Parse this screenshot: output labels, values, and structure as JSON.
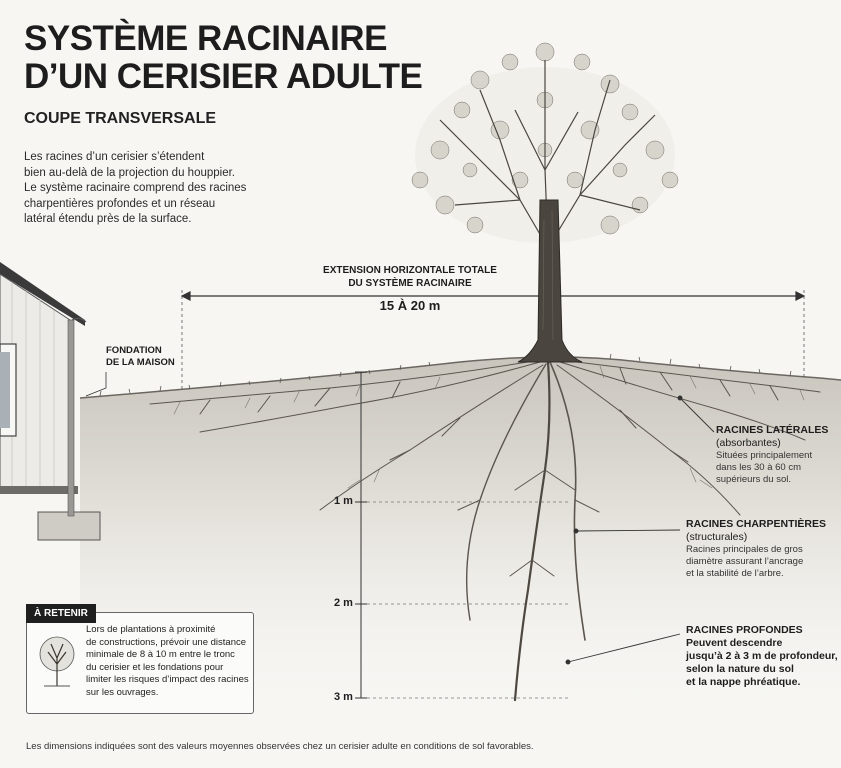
{
  "title_line1": "SYSTÈME RACINAIRE",
  "title_line2": "D’UN CERISIER ADULTE",
  "subtitle": "COUPE TRANSVERSALE",
  "intro_lines": [
    "Les racines d’un cerisier s’étendent",
    "bien au-delà de la projection du houppier.",
    "Le système racinaire comprend des racines",
    "charpentières profondes et un réseau",
    "latéral étendu près de la surface."
  ],
  "extension": {
    "heading_line1": "EXTENSION HORIZONTALE TOTALE",
    "heading_line2": "DU SYSTÈME RACINAIRE",
    "value": "15 À 20 m"
  },
  "foundation": {
    "line1": "FONDATION",
    "line2": "DE LA MAISON"
  },
  "depth_marks": [
    "1 m",
    "2 m",
    "3 m"
  ],
  "lateral": {
    "heading": "RACINES LATÉRALES",
    "sub": "(absorbantes)",
    "desc_lines": [
      "Situées principalement",
      "dans les 30 à 60 cm",
      "supérieurs du sol."
    ]
  },
  "structural": {
    "heading": "RACINES CHARPENTIÈRES",
    "sub": "(structurales)",
    "desc_lines": [
      "Racines principales de gros",
      "diamètre assurant l’ancrage",
      "et la stabilité de l’arbre."
    ]
  },
  "deep": {
    "heading": "RACINES PROFONDES",
    "desc_lines": [
      "Peuvent descendre",
      "jusqu’à 2 à 3 m de profondeur,",
      "selon la nature du sol",
      "et la nappe phréatique."
    ]
  },
  "callout": {
    "tag": "À RETENIR",
    "lines": [
      "Lors de plantations à proximité",
      "de constructions, prévoir une distance",
      "minimale de 8 à 10 m entre le tronc",
      "du cerisier et les fondations pour",
      "limiter les risques d’impact des racines",
      "sur les ouvrages."
    ]
  },
  "footnote": "Les dimensions indiquées sont des valeurs moyennes observées chez un cerisier adulte en conditions de sol favorables."
}
